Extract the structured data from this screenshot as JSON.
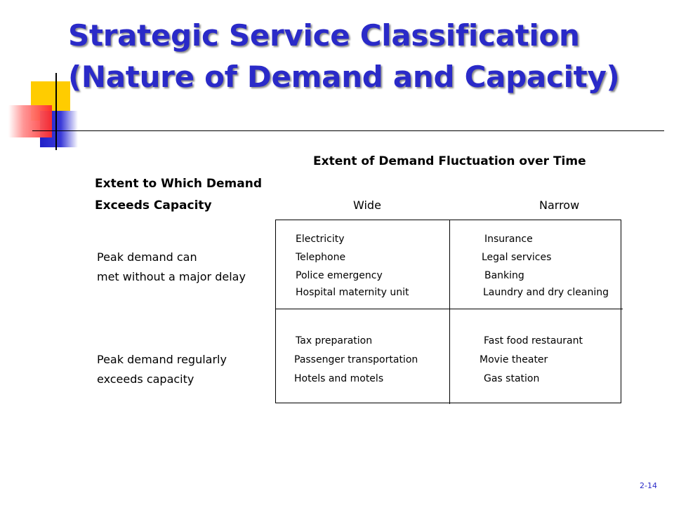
{
  "title": {
    "line1": "Strategic Service Classification",
    "line2": "(Nature of Demand and Capacity)"
  },
  "header": {
    "column_title": "Extent of Demand Fluctuation over Time",
    "row_title_line1": "Extent to Which Demand",
    "row_title_line2": "Exceeds Capacity",
    "col_wide": "Wide",
    "col_narrow": "Narrow"
  },
  "rows": [
    {
      "label_line1": "Peak demand can",
      "label_line2": "met without a major delay",
      "wide": [
        "Electricity",
        "Telephone",
        "Police emergency",
        "Hospital maternity  unit"
      ],
      "narrow": [
        "Insurance",
        "Legal services",
        "Banking",
        "Laundry and dry cleaning"
      ]
    },
    {
      "label_line1": "Peak demand  regularly",
      "label_line2": "exceeds capacity",
      "wide": [
        "Tax  preparation",
        "Passenger transportation",
        "Hotels and motels"
      ],
      "narrow": [
        "Fast food restaurant",
        "Movie theater",
        "Gas station"
      ]
    }
  ],
  "slide_number": "2-14",
  "colors": {
    "title": "#2a2ac8",
    "accent_yellow": "#ffcc00",
    "accent_blue": "#2020c8",
    "accent_red": "#ff2a2a"
  }
}
